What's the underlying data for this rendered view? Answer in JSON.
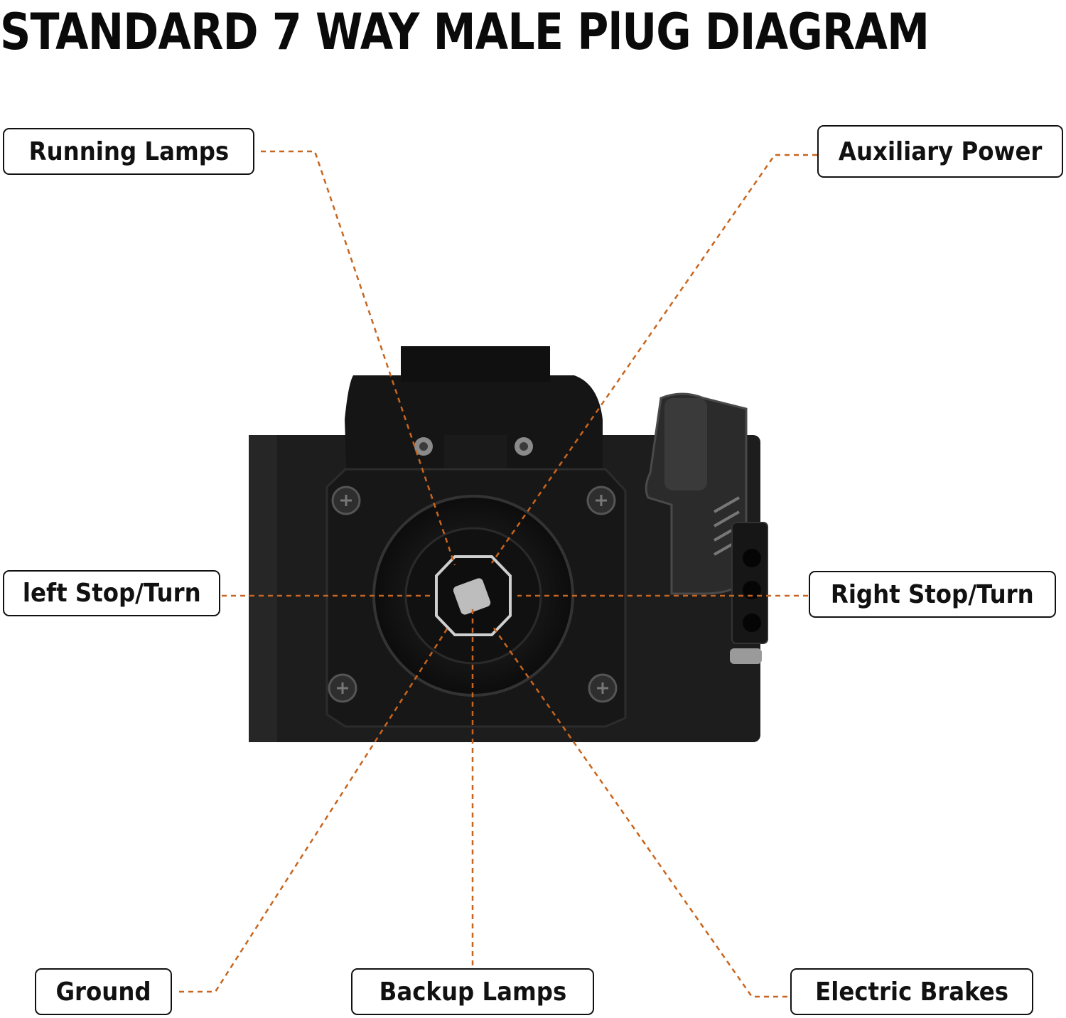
{
  "title": "STANDARD 7 WAY MALE PlUG DIAGRAM",
  "colors": {
    "leader": "#c8651e",
    "plug_body": "#1b1b1b",
    "text": "#111111"
  },
  "pins": {
    "running_lamps": "Running Lamps",
    "auxiliary_power": "Auxiliary Power",
    "left_stop_turn": "left Stop/Turn",
    "right_stop_turn": "Right Stop/Turn",
    "ground": "Ground",
    "backup_lamps": "Backup Lamps",
    "electric_brakes": "Electric Brakes"
  }
}
